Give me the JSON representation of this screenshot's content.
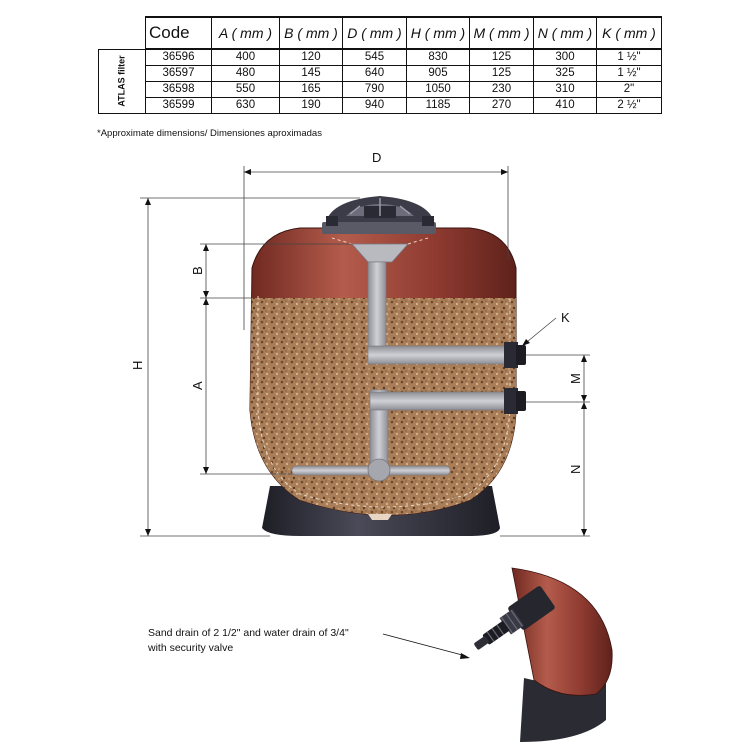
{
  "table": {
    "model_label": "ATLAS filter",
    "headers": [
      "Code",
      "A ( mm )",
      "B ( mm )",
      "D ( mm )",
      "H ( mm )",
      "M ( mm )",
      "N ( mm )",
      "K ( mm )"
    ],
    "rows": [
      [
        "36596",
        "400",
        "120",
        "545",
        "830",
        "125",
        "300",
        "1 ½\""
      ],
      [
        "36597",
        "480",
        "145",
        "640",
        "905",
        "125",
        "325",
        "1 ½\""
      ],
      [
        "36598",
        "550",
        "165",
        "790",
        "1050",
        "230",
        "310",
        "2\""
      ],
      [
        "36599",
        "630",
        "190",
        "940",
        "1185",
        "270",
        "410",
        "2 ½\""
      ]
    ]
  },
  "note": "*Approximate dimensions/ Dimensiones aproximadas",
  "dimension_labels": {
    "D": "D",
    "H": "H",
    "B": "B",
    "A": "A",
    "K": "K",
    "M": "M",
    "N": "N"
  },
  "drain_note": {
    "line1": "Sand drain of 2 1/2\" and water drain of 3/4\"",
    "line2": "with security valve"
  },
  "colors": {
    "tank": "#8e3a30",
    "tank_highlight": "#c06a5a",
    "sand": "#a97e58",
    "pipe": "#a9a9b0",
    "base": "#2b2b33",
    "fitting": "#1c1c22"
  }
}
